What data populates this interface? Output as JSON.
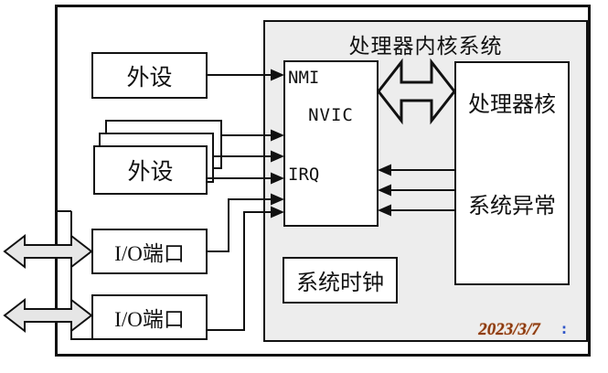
{
  "diagram": {
    "title": "处理器内核系统",
    "peripheral_top": {
      "label": "外设"
    },
    "peripheral_stack": {
      "label": "外设"
    },
    "io_port_1": {
      "label": "I/O端口"
    },
    "io_port_2": {
      "label": "I/O端口"
    },
    "nvic": {
      "label": "NVIC",
      "nmi_label": "NMI",
      "irq_label": "IRQ"
    },
    "processor_core": {
      "label": "处理器核",
      "exception_label": "系统异常"
    },
    "system_clock": {
      "label": "系统时钟"
    },
    "date": "2023/3/7",
    "edge_mark": ":"
  },
  "colors": {
    "container_fill": "#ededed",
    "line_color": "#111111",
    "block_arrow_fill": "#e6e6e6",
    "date_color": "#8b3a10",
    "edge_mark_color": "#2f55c8"
  }
}
